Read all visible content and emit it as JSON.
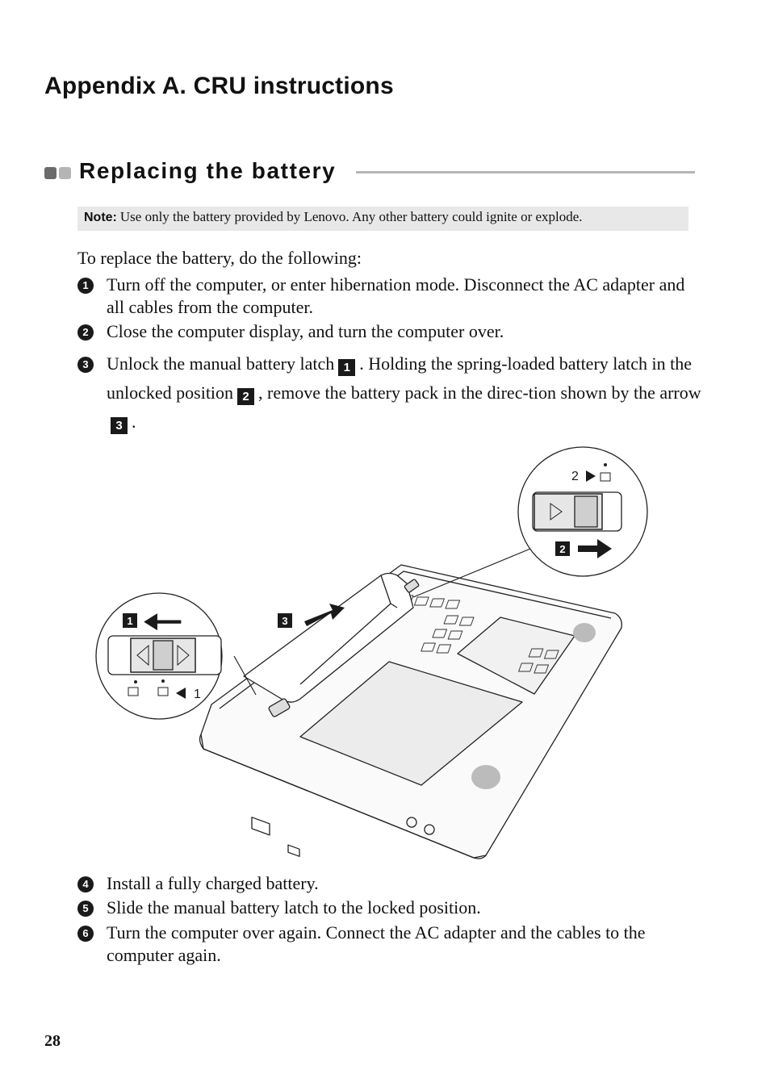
{
  "chapter": {
    "title": "Appendix A. CRU instructions"
  },
  "section": {
    "title": "Replacing the battery"
  },
  "note": {
    "label": "Note:",
    "text": "Use only the battery provided by Lenovo. Any other battery could ignite or explode."
  },
  "intro": "To replace the battery, do the following:",
  "steps": [
    {
      "number": "1",
      "text": "Turn off the computer, or enter hibernation mode. Disconnect the AC adapter and all cables from the computer."
    },
    {
      "number": "2",
      "text": "Close the computer display, and turn the computer over."
    },
    {
      "number": "3",
      "part1": "Unlock the manual battery latch",
      "callout1": "1",
      "part2": ". Holding the spring-loaded battery latch in the unlocked position",
      "callout2": "2",
      "part3": ", remove the battery pack in the direc-tion shown by the arrow",
      "callout3": "3",
      "part4": "."
    },
    {
      "number": "4",
      "text": "Install a fully charged battery."
    },
    {
      "number": "5",
      "text": "Slide the manual battery latch to the locked position."
    },
    {
      "number": "6",
      "text": "Turn the computer over again. Connect the AC adapter and the cables to the computer again."
    }
  ],
  "figure": {
    "callout_1": "1",
    "callout_2": "2",
    "callout_3": "3",
    "latch_left_label": "1",
    "latch_right_label": "2"
  },
  "page_number": "28"
}
